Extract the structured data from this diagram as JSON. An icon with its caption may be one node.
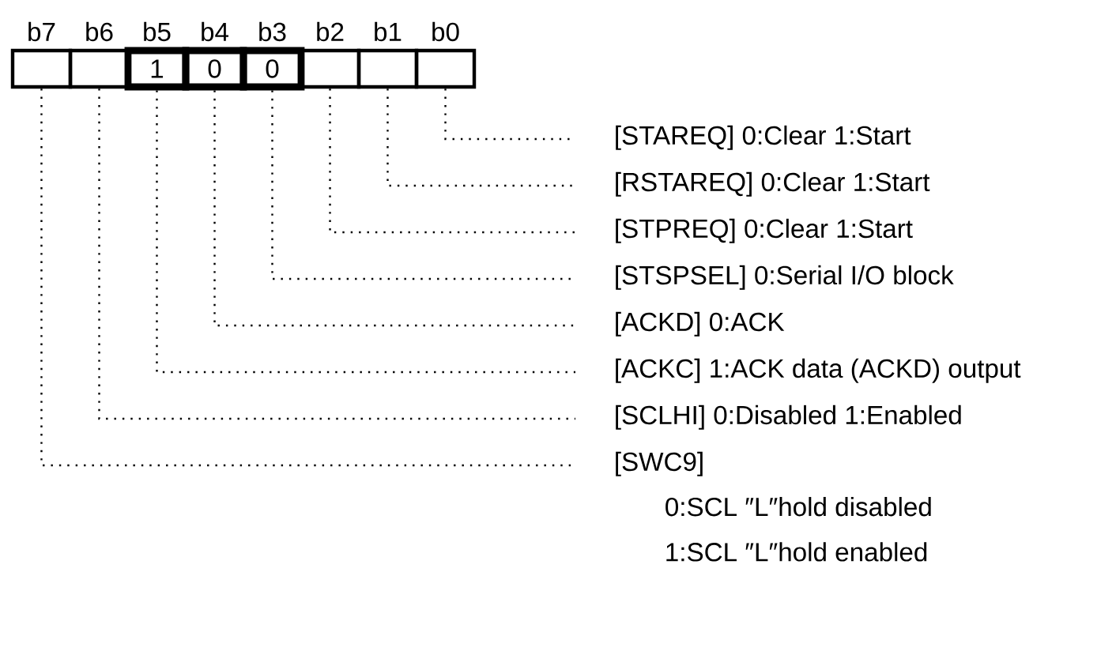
{
  "diagram": {
    "nodes": [
      {
        "text": [],
        "shape": "box",
        "beside": [
          "b7"
        ]
      },
      {
        "text": [],
        "shape": "box",
        "beside": [
          "b6"
        ]
      },
      {
        "text": [
          "1"
        ],
        "beside": [
          "b5"
        ]
      },
      {
        "text": [
          "0"
        ],
        "beside": [
          "b4"
        ]
      },
      {
        "text": [
          "0"
        ],
        "beside": [
          "b3"
        ]
      },
      {
        "text": [],
        "shape": "box",
        "beside": [
          "b2"
        ]
      },
      {
        "text": [],
        "shape": "box",
        "beside": [
          "b1"
        ]
      },
      {
        "text": [],
        "shape": "box",
        "beside": [
          "b0"
        ]
      },
      {
        "text": [
          "[STAREQ] 0:Clear 1:Start"
        ]
      },
      {
        "text": [
          "[RSTAREQ] 0:Clear 1:Start"
        ]
      },
      {
        "text": [
          "[STPREQ] 0:Clear 1:Start"
        ]
      },
      {
        "text": [
          "[STSPSEL] 0:Serial I/O block"
        ]
      },
      {
        "text": [
          "[ACKD] 0:ACK"
        ]
      },
      {
        "text": [
          "[ACKC] 1:ACK data (ACKD) output"
        ]
      },
      {
        "text": [
          "[SCLHI] 0:Disabled 1:Enabled"
        ]
      },
      {
        "text": [
          "[SWC9]",
          "0:SCL ″L″hold disabled",
          "1:SCL ″L″hold enabled"
        ]
      }
    ],
    "edges": [
      {
        "from": 7,
        "to": 8,
        "arrow": "none",
        "style": "dashed"
      },
      {
        "from": 6,
        "to": 9,
        "arrow": "none",
        "style": "dashed"
      },
      {
        "from": 5,
        "to": 10,
        "arrow": "none",
        "style": "dashed"
      },
      {
        "from": 4,
        "to": 11,
        "arrow": "none",
        "style": "dashed"
      },
      {
        "from": 3,
        "to": 12,
        "arrow": "none",
        "style": "dashed"
      },
      {
        "from": 2,
        "to": 13,
        "arrow": "none",
        "style": "dashed"
      },
      {
        "from": 1,
        "to": 14,
        "arrow": "none",
        "style": "dashed"
      },
      {
        "from": 0,
        "to": 15,
        "arrow": "none",
        "style": "dashed"
      }
    ]
  }
}
